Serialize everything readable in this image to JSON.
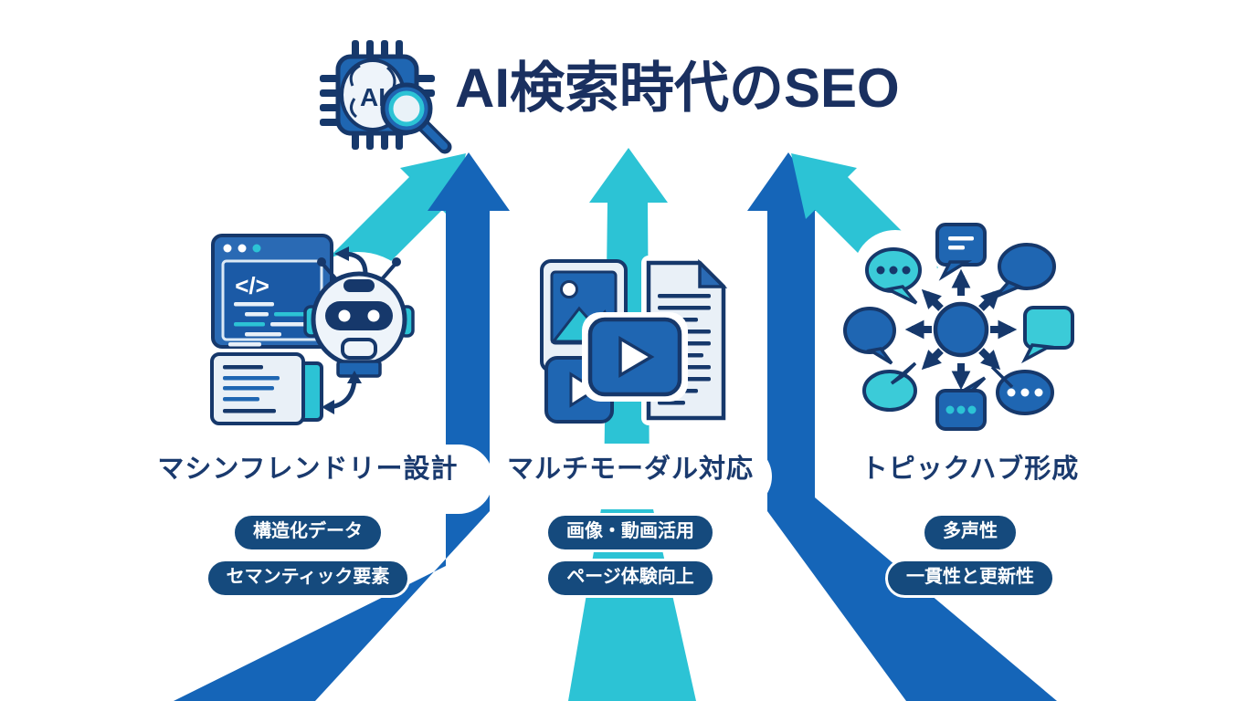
{
  "title": "AI検索時代のSEO",
  "chip": {
    "label": "AI"
  },
  "code_glyph": "</>",
  "columns": [
    {
      "heading": "マシンフレンドリー設計",
      "badges": [
        "構造化データ",
        "セマンティック要素"
      ]
    },
    {
      "heading": "マルチモーダル対応",
      "badges": [
        "画像・動画活用",
        "ページ体験向上"
      ]
    },
    {
      "heading": "トピックハブ形成",
      "badges": [
        "多声性",
        "一貫性と更新性"
      ]
    }
  ],
  "colors": {
    "navy": "#16386b",
    "deep_navy": "#1a3060",
    "heading": "#1a3a6e",
    "blue": "#1f66b2",
    "arrow_blue": "#1565b8",
    "cyan": "#2cc3d5",
    "pill": "#154a7d",
    "light": "#e9f0f7"
  }
}
